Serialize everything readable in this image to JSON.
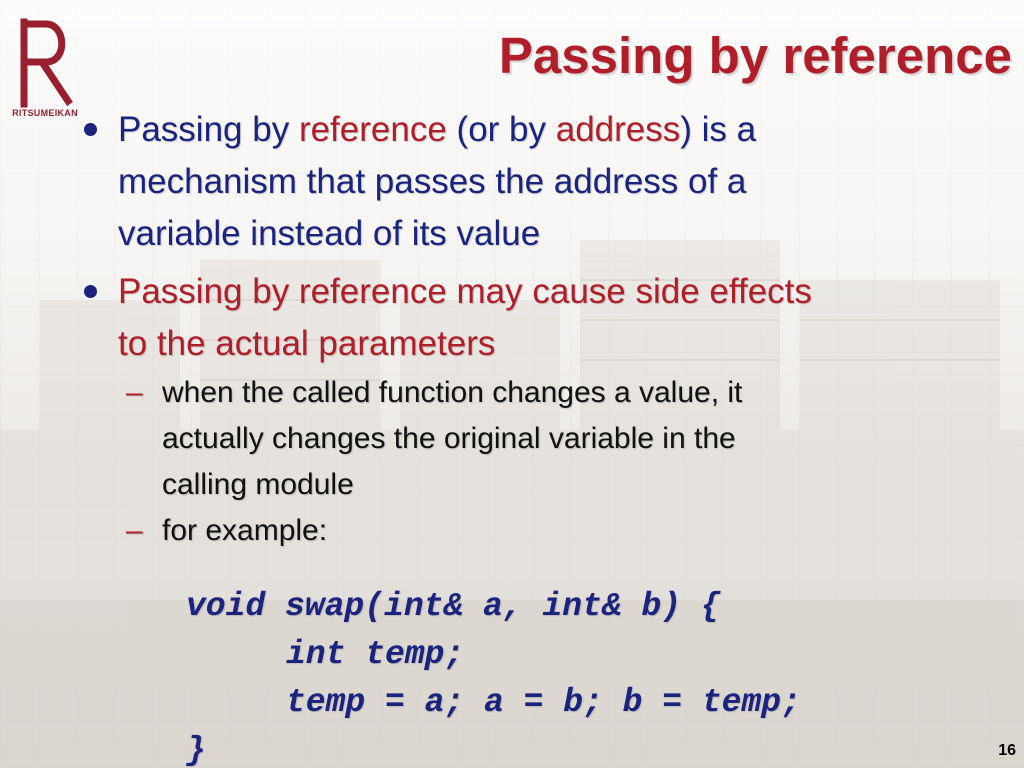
{
  "logo": {
    "text": "RITSUMEIKAN",
    "brand_color": "#9a1f2e"
  },
  "title": "Passing by reference",
  "bullets": [
    {
      "segments": [
        {
          "text": "Passing by ",
          "highlight": false
        },
        {
          "text": "reference",
          "highlight": true
        },
        {
          "text": " (or by ",
          "highlight": false
        },
        {
          "text": "address",
          "highlight": true
        },
        {
          "text": ") is a",
          "highlight": false
        }
      ],
      "lines": [
        "mechanism that passes the address of a",
        "variable instead of its value"
      ]
    },
    {
      "lines": [
        "Passing by reference may cause side effects",
        "to the actual parameters"
      ],
      "sub_bullets": [
        {
          "lines": [
            "when the called function changes a value, it",
            "actually changes the original variable in the",
            "calling module"
          ]
        },
        {
          "lines": [
            "for example:"
          ]
        }
      ]
    }
  ],
  "code": {
    "lines": [
      "void swap(int& a, int& b) {",
      "int temp;",
      "temp = a; a = b; b = temp;",
      "}"
    ]
  },
  "page_number": "16",
  "colors": {
    "title": "#b01e2a",
    "body_blue": "#1a237e",
    "highlight_red": "#b01e2a",
    "sub_text": "#111111"
  }
}
